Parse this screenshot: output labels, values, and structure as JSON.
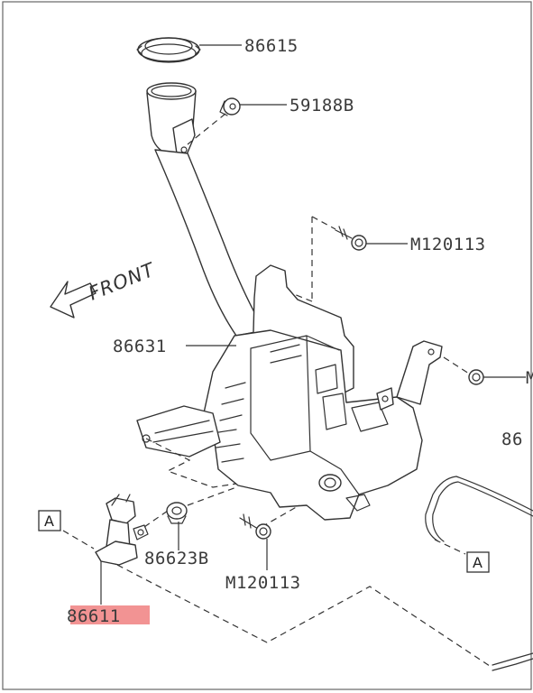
{
  "diagram": {
    "callouts": {
      "cap": "86615",
      "clip": "59188B",
      "bolt_top": "M120113",
      "tank": "86631",
      "grommet": "86623B",
      "bolt_bottom": "M120113",
      "pump": "86611",
      "right_cut_1": "M",
      "right_cut_2": "86"
    },
    "direction": "FRONT",
    "connection_tag_left": "A",
    "connection_tag_right": "A",
    "highlight_color": "#f08080"
  }
}
